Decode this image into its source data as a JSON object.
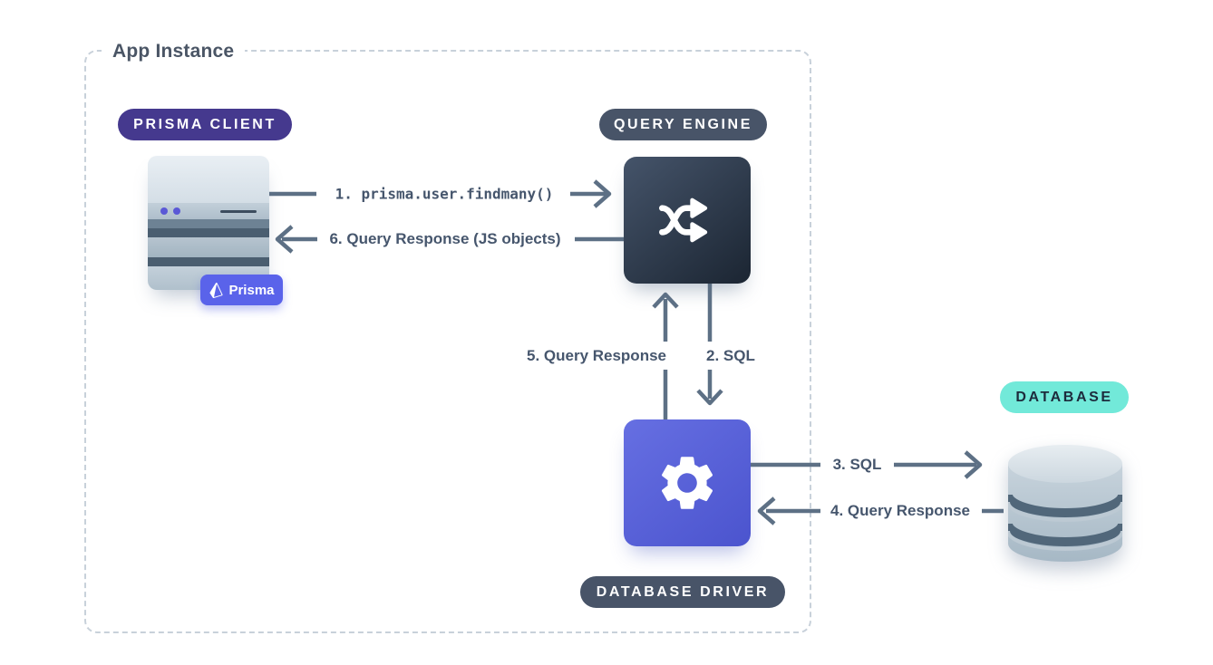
{
  "app_box": {
    "title": "App Instance"
  },
  "nodes": {
    "prisma_client": {
      "badge": "PRISMA CLIENT",
      "logo_label": "Prisma"
    },
    "query_engine": {
      "badge": "QUERY ENGINE"
    },
    "database_driver": {
      "badge": "DATABASE DRIVER"
    },
    "database": {
      "badge": "DATABASE"
    }
  },
  "flows": {
    "step1": {
      "label": "1. prisma.user.findmany()"
    },
    "step2": {
      "label": "2. SQL"
    },
    "step3": {
      "label": "3. SQL"
    },
    "step4": {
      "label": "4. Query Response"
    },
    "step5": {
      "label": "5. Query Response"
    },
    "step6": {
      "label": "6. Query Response (JS objects)"
    }
  },
  "icons": {
    "query_engine": "shuffle-icon",
    "database_driver": "gear-icon",
    "database": "database-cylinder-icon",
    "prisma_client": "server-icon",
    "prisma_logo": "prisma-triangle-icon"
  },
  "colors": {
    "badge_indigo": "#45398e",
    "badge_slate": "#485468",
    "badge_teal": "#72e9d9",
    "prisma_brand": "#5a63ea",
    "arrow": "#5d7085",
    "label_text": "#46566d",
    "dashed_border": "#c8d1da",
    "tile_dark_top": "#45546a",
    "tile_dark_bottom": "#1b2532",
    "tile_indigo_top": "#666fe2",
    "tile_indigo_bottom": "#4b54ce"
  }
}
